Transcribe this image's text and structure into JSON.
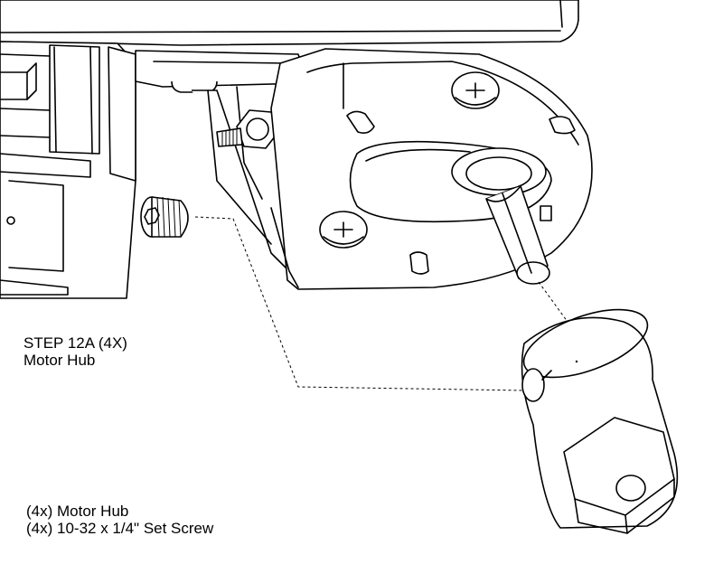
{
  "step": {
    "title": "STEP 12A (4X)",
    "subtitle": "Motor Hub"
  },
  "parts": [
    "(4x) Motor Hub",
    "(4x) 10-32 x 1/4\" Set Screw"
  ],
  "colors": {
    "line": "#000000",
    "background": "#ffffff"
  }
}
